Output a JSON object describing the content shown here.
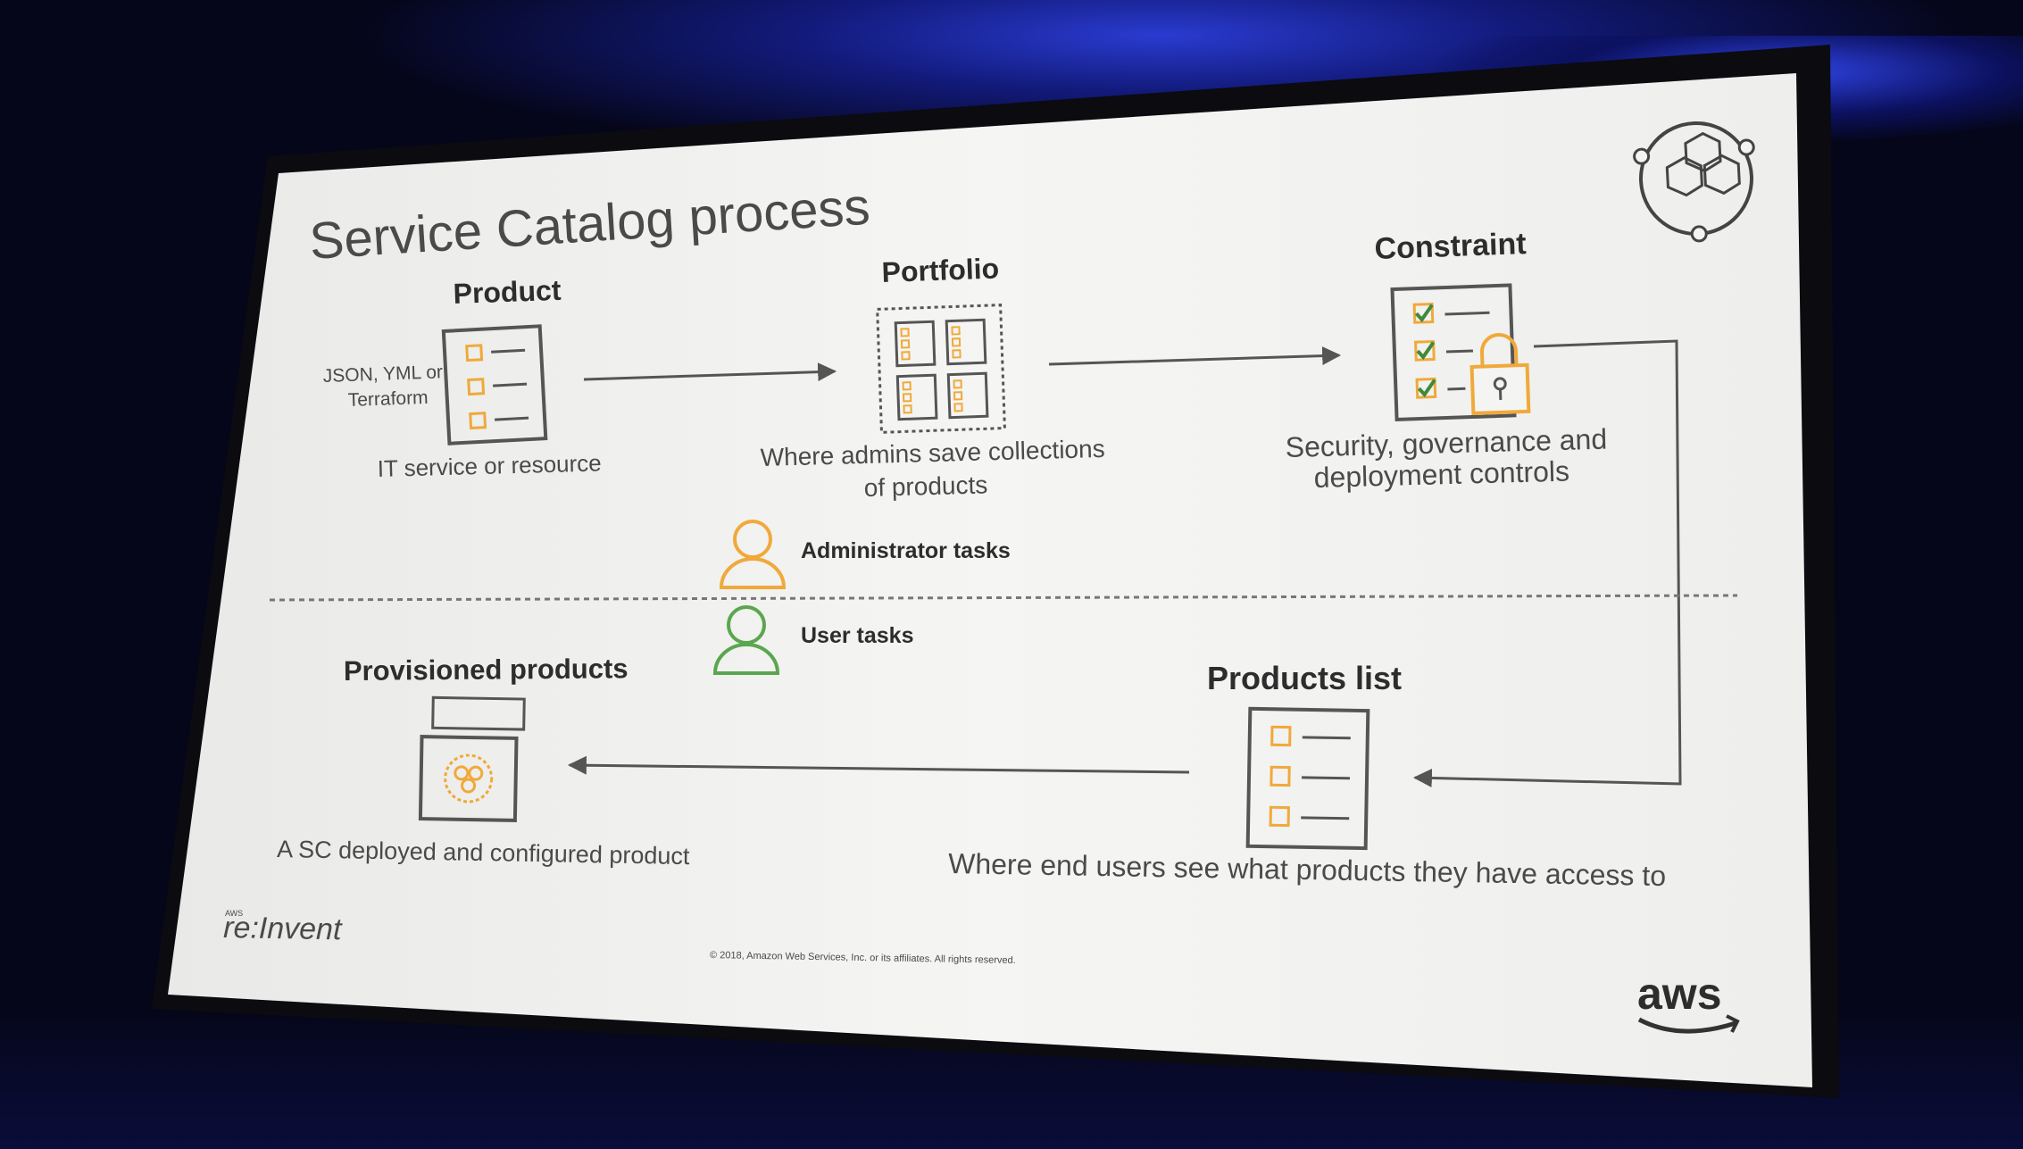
{
  "slide": {
    "title": "Service Catalog process",
    "product": {
      "label": "Product",
      "formats_line1": "JSON, YML or",
      "formats_line2": "Terraform",
      "caption": "IT service or resource"
    },
    "portfolio": {
      "label": "Portfolio",
      "caption_line1": "Where admins save collections",
      "caption_line2": "of products"
    },
    "constraint": {
      "label": "Constraint",
      "caption_line1": "Security, governance and",
      "caption_line2": "deployment controls"
    },
    "legend": {
      "admin": "Administrator tasks",
      "user": "User tasks"
    },
    "provisioned": {
      "label": "Provisioned products",
      "caption": "A SC deployed and configured product"
    },
    "products_list": {
      "label": "Products list",
      "caption": "Where end users see what products they have access to"
    },
    "event_logo_small": "AWS",
    "event_logo": "re:Invent",
    "copyright": "© 2018, Amazon Web Services, Inc. or its affiliates. All rights reserved.",
    "brand": "aws"
  },
  "colors": {
    "slide_bg": "#f4f4f2",
    "admin_icon": "#f0a93a",
    "user_icon": "#5aa64f",
    "check": "#3f8a3a",
    "lock": "#f0a93a",
    "brand_orange": "#e8912c"
  },
  "icons": [
    "product-document-icon",
    "portfolio-grid-icon",
    "constraint-checklist-lock-icon",
    "administrator-user-icon",
    "end-user-icon",
    "provisioned-product-icon",
    "products-list-icon",
    "service-catalog-cubes-icon",
    "aws-smile-logo"
  ]
}
